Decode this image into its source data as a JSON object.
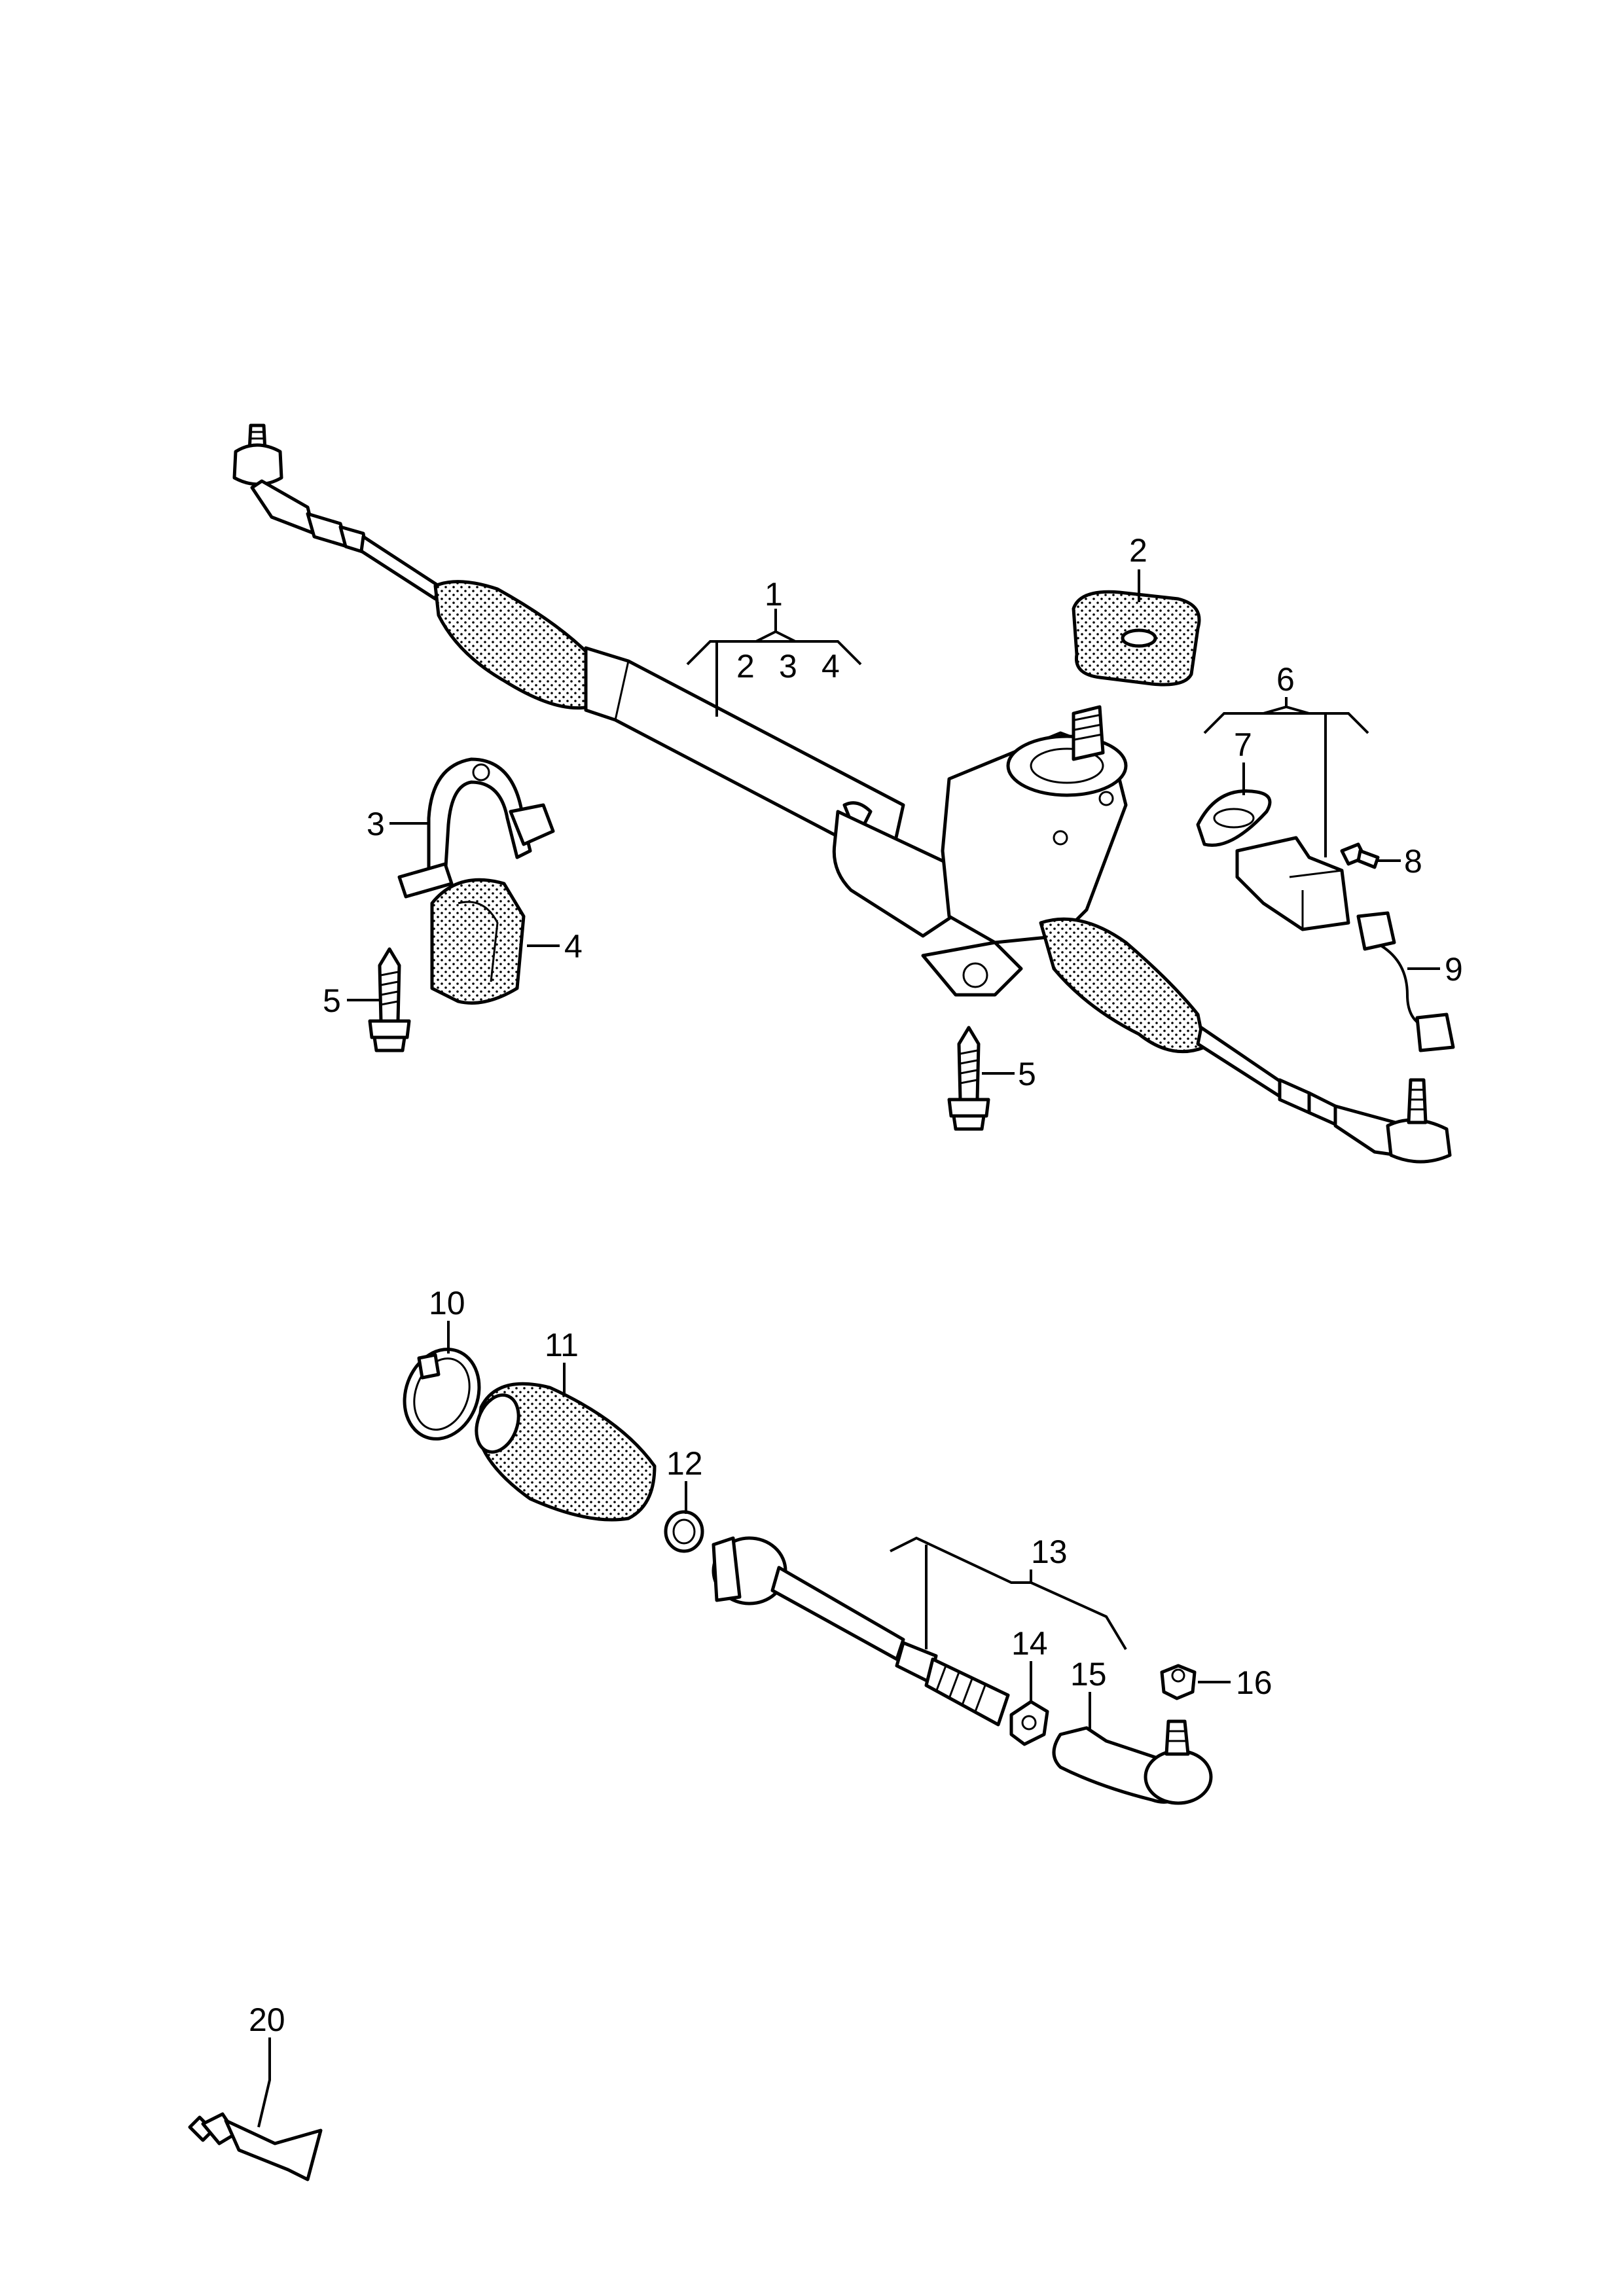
{
  "callouts": {
    "c1": "1",
    "c1a": "2",
    "c1b": "3",
    "c1c": "4",
    "c2": "2",
    "c3": "3",
    "c4": "4",
    "c5a": "5",
    "c5b": "5",
    "c6": "6",
    "c7": "7",
    "c8": "8",
    "c9": "9",
    "c10": "10",
    "c11": "11",
    "c12": "12",
    "c13": "13",
    "c14": "14",
    "c15": "15",
    "c16": "16",
    "c20": "20"
  },
  "colors": {
    "line": "#000000",
    "background": "#ffffff"
  }
}
